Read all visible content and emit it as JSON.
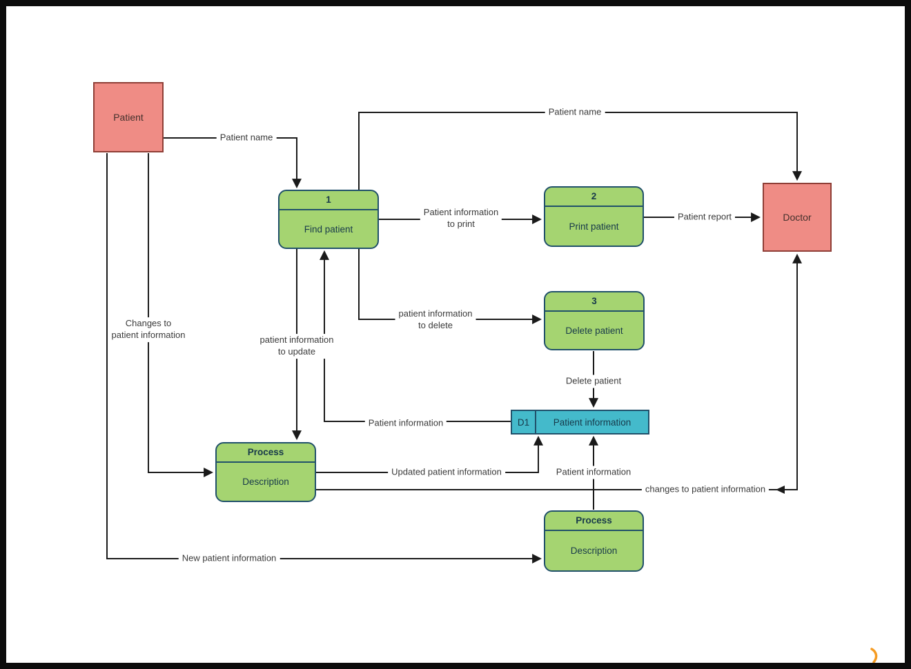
{
  "colors": {
    "entity_fill": "#ef8c85",
    "entity_stroke": "#8e3e36",
    "entity_text": "#43302c",
    "process_fill": "#a5d471",
    "process_stroke": "#20506a",
    "datastore_fill": "#44bacb",
    "datastore_stroke": "#20506a",
    "node_text": "#17394a",
    "connector": "#1a1a1a",
    "label_text": "#3a3a3a",
    "watermark_accent": "#f59b22"
  },
  "entities": {
    "patient": {
      "label": "Patient"
    },
    "doctor": {
      "label": "Doctor"
    }
  },
  "processes": {
    "find": {
      "header": "1",
      "body": "Find patient"
    },
    "print": {
      "header": "2",
      "body": "Print patient"
    },
    "delete": {
      "header": "3",
      "body": "Delete patient"
    },
    "update": {
      "header": "Process",
      "body": "Description"
    },
    "create": {
      "header": "Process",
      "body": "Description"
    }
  },
  "datastore": {
    "key": "D1",
    "label": "Patient information"
  },
  "flows": {
    "patient_name_to_find": {
      "label": "Patient name"
    },
    "patient_name_to_doctor": {
      "label": "Patient name"
    },
    "info_to_print": {
      "label": "Patient information\nto print"
    },
    "patient_report": {
      "label": "Patient report"
    },
    "info_to_delete": {
      "label": "patient information\nto delete"
    },
    "delete_patient": {
      "label": "Delete patient"
    },
    "patient_info_to_find": {
      "label": "Patient information"
    },
    "info_to_update": {
      "label": "patient information\nto update"
    },
    "changes_from_patient": {
      "label": "Changes to\npatient information"
    },
    "updated_info": {
      "label": "Updated patient information"
    },
    "patient_info_from_create": {
      "label": "Patient information"
    },
    "changes_to_info_doctor": {
      "label": "changes to patient information"
    },
    "new_patient_info": {
      "label": "New patient information"
    }
  }
}
